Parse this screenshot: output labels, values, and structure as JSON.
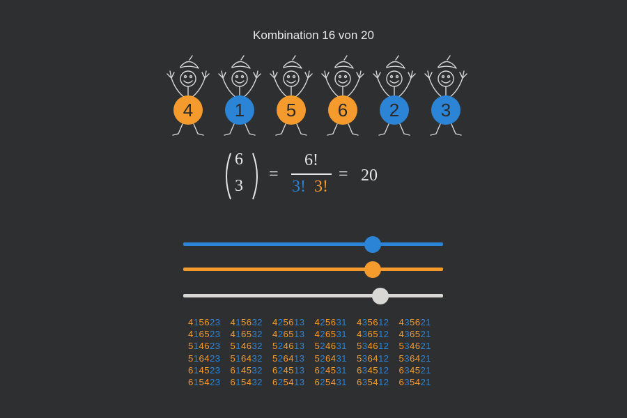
{
  "title": "Kombination 16 von 20",
  "colors": {
    "background": "#2e2f31",
    "blue": "#2b84d6",
    "orange": "#f59a2c",
    "gray": "#d9d7d4",
    "text": "#e6e6e6"
  },
  "people": [
    {
      "number": "4",
      "group": "orange"
    },
    {
      "number": "1",
      "group": "blue"
    },
    {
      "number": "5",
      "group": "orange"
    },
    {
      "number": "6",
      "group": "orange"
    },
    {
      "number": "2",
      "group": "blue"
    },
    {
      "number": "3",
      "group": "blue"
    }
  ],
  "formula": {
    "n": "6",
    "k": "3",
    "equals": "=",
    "numerator": "6!",
    "denominator_blue": "3!",
    "denominator_orange": "3!",
    "result": "20"
  },
  "sliders": [
    {
      "name": "blue",
      "color": "blue",
      "value": 0.73
    },
    {
      "name": "orange",
      "color": "orange",
      "value": 0.73
    },
    {
      "name": "combination",
      "color": "gray",
      "value": 0.76
    }
  ],
  "combinations": [
    [
      "415623",
      "415632",
      "425613",
      "425631",
      "435612",
      "435621"
    ],
    [
      "416523",
      "416532",
      "426513",
      "426531",
      "436512",
      "436521"
    ],
    [
      "514623",
      "514632",
      "524613",
      "524631",
      "534612",
      "534621"
    ],
    [
      "516423",
      "516432",
      "526413",
      "526431",
      "536412",
      "536421"
    ],
    [
      "614523",
      "614532",
      "624513",
      "624531",
      "634512",
      "634521"
    ],
    [
      "615423",
      "615432",
      "625413",
      "625431",
      "635412",
      "635421"
    ]
  ],
  "orange_digits": [
    "4",
    "5",
    "6"
  ],
  "blue_digits": [
    "1",
    "2",
    "3"
  ]
}
